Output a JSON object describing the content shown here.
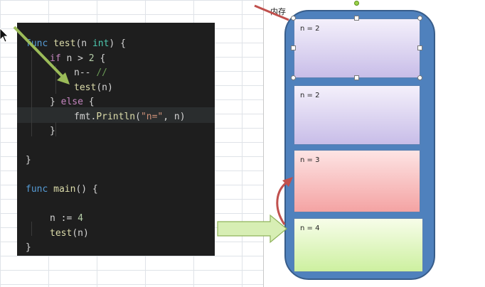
{
  "code": {
    "lines": [
      {
        "indent": 0,
        "tokens": [
          {
            "t": "func",
            "c": "kw2"
          },
          {
            "t": " "
          },
          {
            "t": "test",
            "c": "fn"
          },
          {
            "t": "(n "
          },
          {
            "t": "int",
            "c": "ty"
          },
          {
            "t": ") {"
          }
        ]
      },
      {
        "indent": 1,
        "tokens": [
          {
            "t": "if",
            "c": "kw"
          },
          {
            "t": " n > "
          },
          {
            "t": "2",
            "c": "num"
          },
          {
            "t": " {"
          }
        ]
      },
      {
        "indent": 2,
        "tokens": [
          {
            "t": "n-- "
          },
          {
            "t": "//",
            "c": "cm"
          }
        ]
      },
      {
        "indent": 2,
        "tokens": [
          {
            "t": "test",
            "c": "fn"
          },
          {
            "t": "(n)"
          }
        ]
      },
      {
        "indent": 1,
        "tokens": [
          {
            "t": "} "
          },
          {
            "t": "else",
            "c": "kw"
          },
          {
            "t": " {"
          }
        ]
      },
      {
        "indent": 2,
        "tokens": [
          {
            "t": "fmt.",
            "c": ""
          },
          {
            "t": "Println",
            "c": "fn"
          },
          {
            "t": "("
          },
          {
            "t": "\"n=\"",
            "c": "str"
          },
          {
            "t": ", n)"
          }
        ]
      },
      {
        "indent": 1,
        "tokens": [
          {
            "t": "}"
          }
        ]
      },
      {
        "indent": 0,
        "tokens": []
      },
      {
        "indent": 0,
        "tokens": [
          {
            "t": "}"
          }
        ]
      },
      {
        "indent": 0,
        "tokens": []
      },
      {
        "indent": 0,
        "tokens": [
          {
            "t": "func",
            "c": "kw2"
          },
          {
            "t": " "
          },
          {
            "t": "main",
            "c": "fn"
          },
          {
            "t": "() {"
          }
        ]
      },
      {
        "indent": 0,
        "tokens": []
      },
      {
        "indent": 1,
        "tokens": [
          {
            "t": "n := "
          },
          {
            "t": "4",
            "c": "num"
          }
        ]
      },
      {
        "indent": 1,
        "tokens": [
          {
            "t": "test",
            "c": "fn"
          },
          {
            "t": "(n)"
          }
        ]
      },
      {
        "indent": 0,
        "tokens": [
          {
            "t": "}"
          }
        ]
      }
    ]
  },
  "memory": {
    "label": "内存",
    "frames": [
      {
        "label": "n = 2",
        "style": "f-purple"
      },
      {
        "label": "n = 2",
        "style": "f-purple"
      },
      {
        "label": "n = 3",
        "style": "f-red"
      },
      {
        "label": "n = 4",
        "style": "f-green"
      }
    ]
  },
  "colors": {
    "container": "#4f81bd",
    "arrow_green": "#9bbb59",
    "arrow_red": "#c0504d"
  }
}
